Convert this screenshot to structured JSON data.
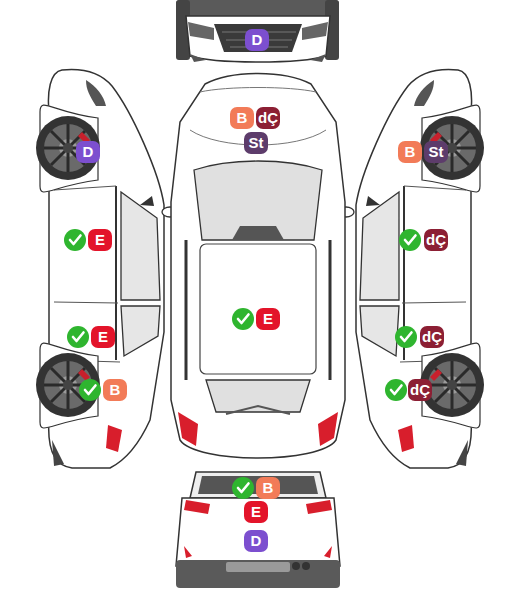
{
  "diagram": {
    "nodes": [
      {
        "text": [
          "D"
        ]
      },
      {
        "text": [
          "B"
        ]
      },
      {
        "text": [
          "dÇ"
        ]
      },
      {
        "text": [
          "St"
        ]
      },
      {
        "text": [
          "D"
        ]
      },
      {
        "text": [
          "B"
        ]
      },
      {
        "text": [
          "St"
        ]
      },
      {
        "text": [
          "E"
        ]
      },
      {
        "text": [
          "dÇ"
        ]
      },
      {
        "text": [
          "E"
        ]
      },
      {
        "text": [
          "E"
        ]
      },
      {
        "text": [
          "dÇ"
        ]
      },
      {
        "text": [
          "B"
        ]
      },
      {
        "text": [
          "dÇ"
        ]
      },
      {
        "text": [
          "B"
        ]
      },
      {
        "text": [
          "E"
        ]
      },
      {
        "text": [
          "D"
        ]
      }
    ]
  }
}
